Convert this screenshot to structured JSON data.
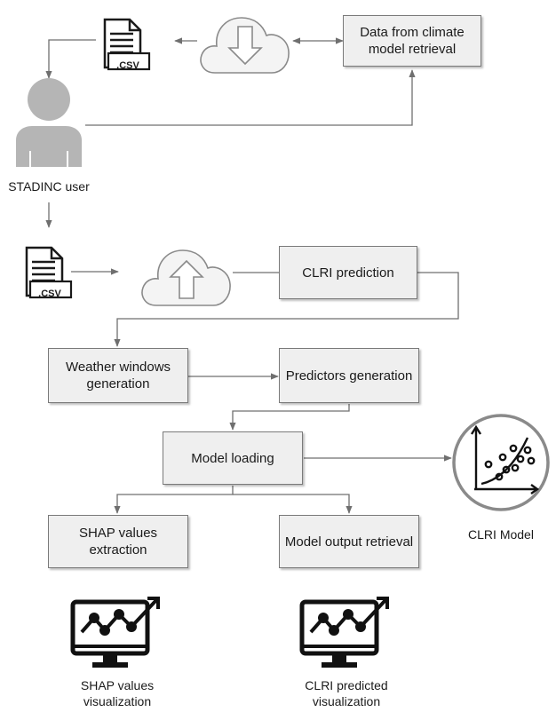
{
  "boxes": {
    "data_retrieval": "Data from climate model retrieval",
    "clri_prediction": "CLRI prediction",
    "weather_windows": "Weather windows generation",
    "predictors": "Predictors generation",
    "model_loading": "Model loading",
    "shap_extraction": "SHAP values extraction",
    "model_output": "Model output retrieval"
  },
  "labels": {
    "user": "STADINC user",
    "csv_top": ".CSV",
    "csv_mid": ".CSV",
    "clri_model": "CLRI Model",
    "shap_visualization": "SHAP values visualization",
    "clri_visualization": "CLRI predicted visualization"
  },
  "icons": [
    "document-csv-icon",
    "cloud-download-icon",
    "user-icon",
    "cloud-upload-icon",
    "scatter-chart-icon",
    "monitor-chart-icon"
  ],
  "colors": {
    "box_fill": "#efefef",
    "box_border": "#7a7a7a",
    "connector": "#6f6f6f",
    "icon_gray": "#b5b5b5",
    "icon_dark": "#111111"
  }
}
